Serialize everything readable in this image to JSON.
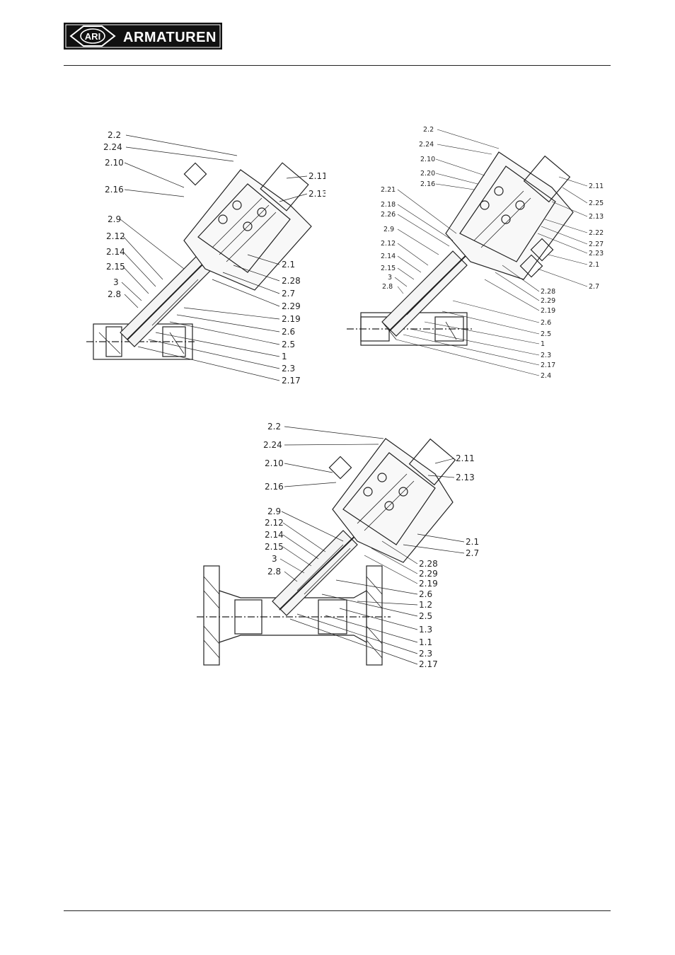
{
  "header": {
    "logo_mark": "ARI",
    "logo_text": "ARMATUREN"
  },
  "drawings": [
    {
      "labels_left": [
        "2.2",
        "2.24",
        "2.10",
        "2.16",
        "2.9",
        "2.12",
        "2.14",
        "2.15",
        "3",
        "2.8"
      ],
      "labels_right": [
        "2.11",
        "2.13",
        "2.1",
        "2.28",
        "2.7",
        "2.29",
        "2.19",
        "2.6",
        "2.5",
        "1",
        "2.3",
        "2.17"
      ]
    },
    {
      "labels_left": [
        "2.2",
        "2.24",
        "2.10",
        "2.20",
        "2.16",
        "2.21",
        "2.18",
        "2.26",
        "2.9",
        "2.12",
        "2.14",
        "2.15",
        "3",
        "2.8"
      ],
      "labels_right": [
        "2.11",
        "2.25",
        "2.13",
        "2.22",
        "2.27",
        "2.23",
        "2.1",
        "2.7",
        "2.28",
        "2.29",
        "2.19",
        "2.6",
        "2.5",
        "1",
        "2.3",
        "2.17",
        "2.4"
      ]
    },
    {
      "labels_left": [
        "2.2",
        "2.24",
        "2.10",
        "2.16",
        "2.9",
        "2.12",
        "2.14",
        "2.15",
        "3",
        "2.8"
      ],
      "labels_right": [
        "2.11",
        "2.13",
        "2.1",
        "2.7",
        "2.28",
        "2.29",
        "2.19",
        "2.6",
        "1.2",
        "2.5",
        "1.3",
        "1.1",
        "2.3",
        "2.17"
      ]
    }
  ]
}
